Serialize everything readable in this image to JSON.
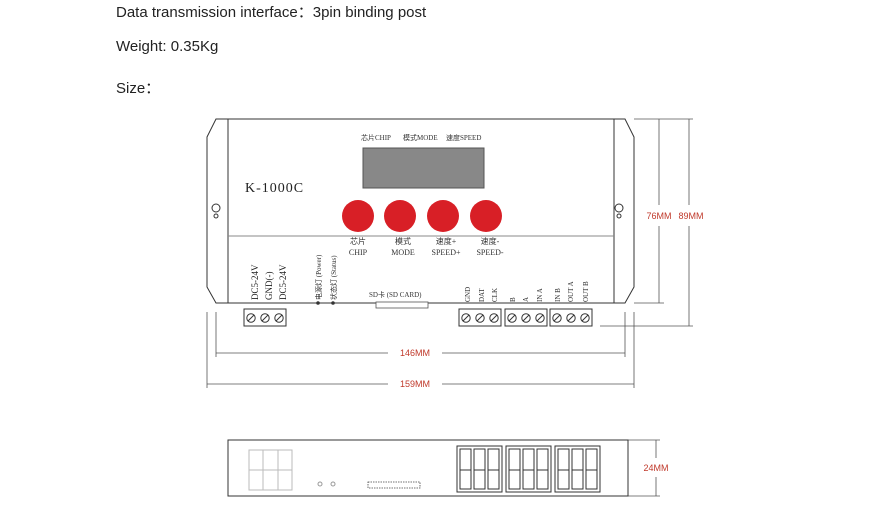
{
  "spec": {
    "interface_label": "Data transmission interface：3pin binding post",
    "weight_label": "Weight: 0.35Kg",
    "size_label": "Size："
  },
  "device": {
    "model": "K-1000C",
    "top_labels": {
      "chip": "芯片CHIP",
      "mode": "模式MODE",
      "speed": "速度SPEED"
    },
    "buttons": [
      {
        "cn": "芯片",
        "en": "CHIP"
      },
      {
        "cn": "模式",
        "en": "MODE"
      },
      {
        "cn": "速度+",
        "en": "SPEED+"
      },
      {
        "cn": "速度-",
        "en": "SPEED-"
      }
    ],
    "power_labels": [
      "DC5-24V",
      "GND(-)",
      "DC5-24V"
    ],
    "led_labels": [
      "电源灯 (Power)",
      "状态灯 (Status)"
    ],
    "sd_label": "SD卡 (SD CARD)",
    "port_labels": [
      "GND",
      "DAT",
      "CLK",
      "B",
      "A",
      "IN A",
      "IN B",
      "OUT A",
      "OUT B"
    ],
    "button_color": "#d81f26"
  },
  "dimensions": {
    "inner_width": "146MM",
    "outer_width": "159MM",
    "inner_height": "76MM",
    "outer_height": "89MM",
    "depth": "24MM",
    "color": "#c0392b"
  }
}
